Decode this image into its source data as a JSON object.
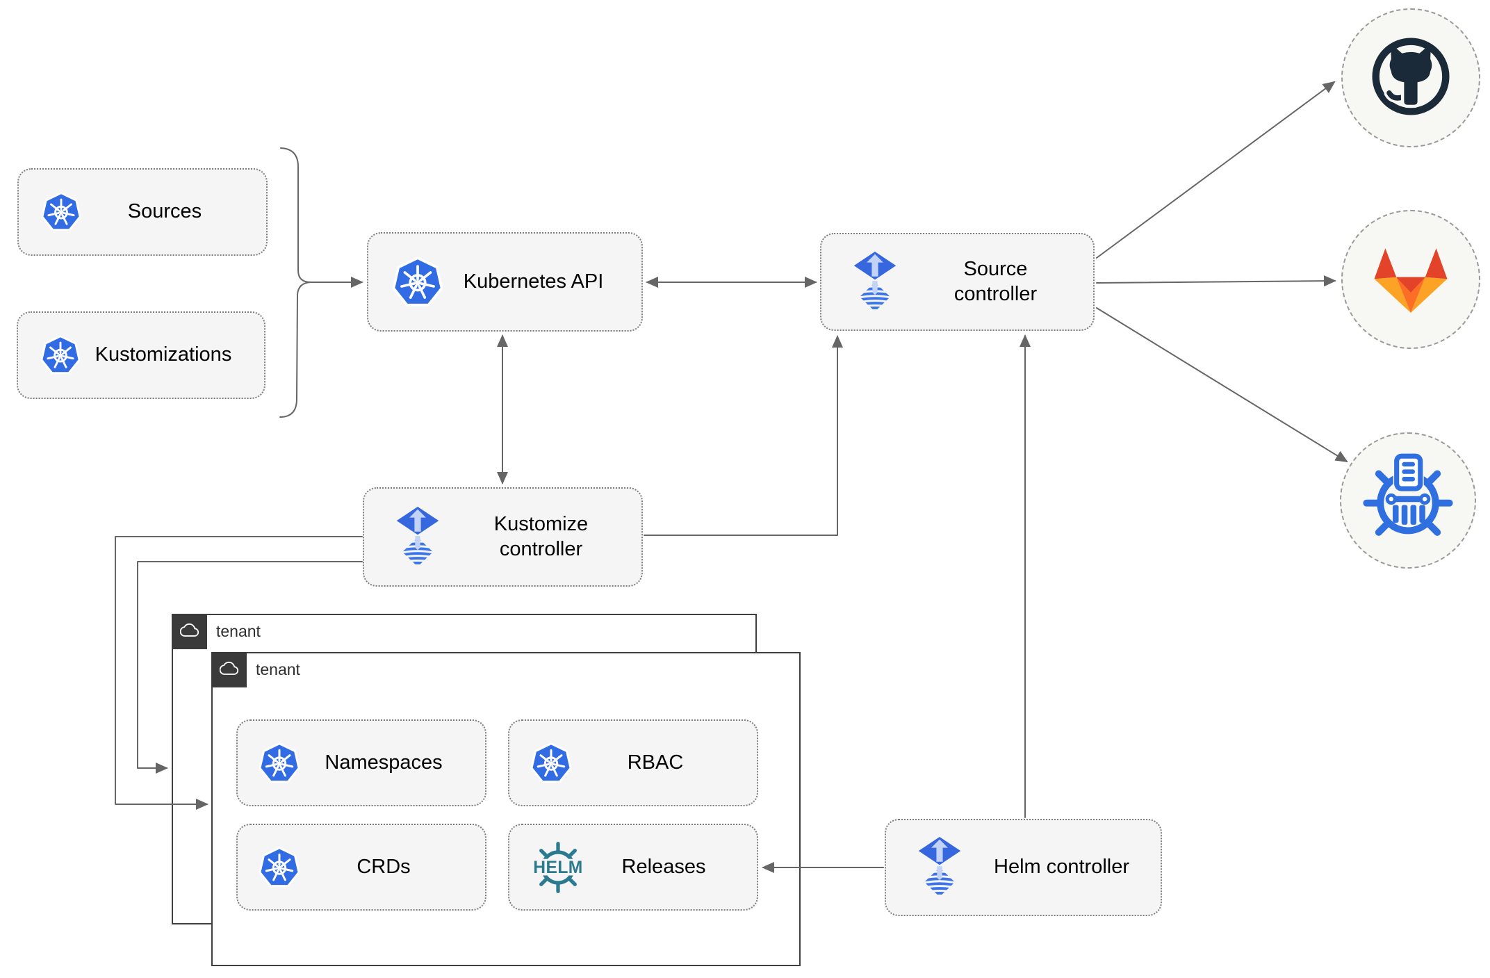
{
  "nodes": {
    "sources": {
      "label": "Sources",
      "icon": "kubernetes-icon"
    },
    "kustomizations": {
      "label": "Kustomizations",
      "icon": "kubernetes-icon"
    },
    "kubernetes_api": {
      "label": "Kubernetes API",
      "icon": "kubernetes-icon"
    },
    "source_controller": {
      "label": "Source controller",
      "icon": "flux-icon"
    },
    "kustomize_controller": {
      "label": "Kustomize controller",
      "icon": "flux-icon"
    },
    "helm_controller": {
      "label": "Helm controller",
      "icon": "flux-icon"
    },
    "namespaces": {
      "label": "Namespaces",
      "icon": "kubernetes-icon"
    },
    "rbac": {
      "label": "RBAC",
      "icon": "kubernetes-icon"
    },
    "crds": {
      "label": "CRDs",
      "icon": "kubernetes-icon"
    },
    "releases": {
      "label": "Releases",
      "icon": "helm-icon"
    }
  },
  "tenants": {
    "outer_label": "tenant",
    "inner_label": "tenant"
  },
  "remotes": [
    {
      "name": "github",
      "icon": "github-icon"
    },
    {
      "name": "gitlab",
      "icon": "gitlab-icon"
    },
    {
      "name": "oci-registry",
      "icon": "oci-registry-icon"
    }
  ],
  "icons": {
    "helm_logo_text": "HELM"
  },
  "colors": {
    "node_fill": "#F5F5F5",
    "node_border": "#7e7e7e",
    "line_gray": "#666666",
    "tenant_border": "#3f3f3f",
    "tenant_header": "#3a3a3a",
    "kubernetes_blue": "#326CE5",
    "flux_blue": "#3667DF",
    "flux_light_blue": "#C3D3F5",
    "helm_teal": "#2C7A90",
    "github_dark": "#1B2A38",
    "gitlab_red": "#E24329",
    "gitlab_orange": "#FC6D26",
    "gitlab_yellow": "#FCA326",
    "registry_blue": "#2F6FE0"
  }
}
